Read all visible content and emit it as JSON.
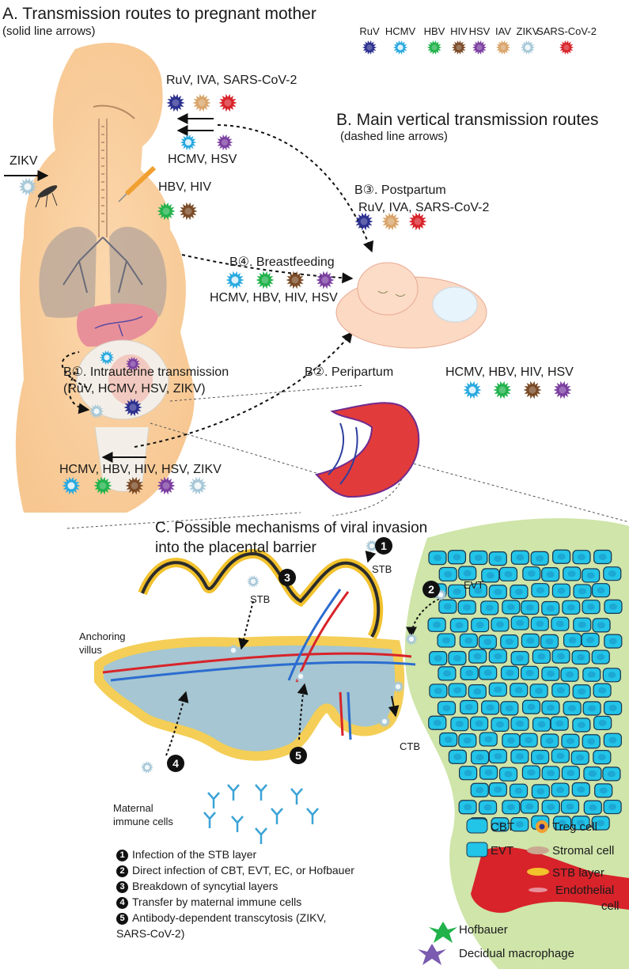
{
  "section_a": {
    "title": "A. Transmission routes to pregnant mother",
    "subtitle": "(solid line arrows)",
    "zikv_label": "ZIKV",
    "resp_label": "RuV, IVA, SARS-CoV-2",
    "mucosal_label": "HCMV, HSV",
    "blood_label": "HBV, HIV",
    "sexual_label": "HCMV, HBV, HIV, HSV, ZIKV",
    "b1_label": "B①. Intrauterine transmission",
    "b1_viruses": "(RuV, HCMV, HSV, ZIKV)"
  },
  "virus_legend": [
    {
      "name": "RuV",
      "color": "#2b2f8f"
    },
    {
      "name": "HCMV",
      "color": "#29a9e0"
    },
    {
      "name": "HBV",
      "color": "#22b24c"
    },
    {
      "name": "HIV",
      "color": "#7a4a26"
    },
    {
      "name": "HSV",
      "color": "#7b3fa0"
    },
    {
      "name": "IAV",
      "color": "#d9a46a"
    },
    {
      "name": "ZIKV",
      "color": "#a8c8d8"
    },
    {
      "name": "SARS-CoV-2",
      "color": "#d8232a"
    }
  ],
  "section_b": {
    "title": "B. Main vertical transmission routes",
    "subtitle": "(dashed line arrows)",
    "b3_label": "B③. Postpartum",
    "b3_viruses": "RuV, IVA, SARS-CoV-2",
    "b4_label": "B④. Breastfeeding",
    "b4_viruses": "HCMV, HBV, HIV, HSV",
    "b2_label": "B②. Peripartum",
    "b2_viruses": "HCMV, HBV, HIV, HSV"
  },
  "section_c": {
    "title_line1": "C. Possible mechanisms of viral invasion",
    "title_line2": "into the placental barrier",
    "stb_label_1": "STB",
    "stb_label_3": "STB",
    "evt_label": "EVT",
    "ctb_label": "CTB",
    "anchoring_line1": "Anchoring",
    "anchoring_line2": "villus",
    "maternal_line1": "Maternal",
    "maternal_line2": "immune cells",
    "badges": [
      "1",
      "2",
      "3",
      "4",
      "5"
    ]
  },
  "mechanisms": [
    {
      "num": "1",
      "text": "Infection of the STB layer"
    },
    {
      "num": "2",
      "text": "Direct infection of CBT, EVT, EC, or Hofbauer"
    },
    {
      "num": "3",
      "text": "Breakdown of syncytial layers"
    },
    {
      "num": "4",
      "text": "Transfer by maternal immune cells"
    },
    {
      "num": "5",
      "text": "Antibody-dependent transcytosis (ZIKV,"
    }
  ],
  "mechanism_5_cont": "SARS-CoV-2)",
  "cell_legend": {
    "cbt": "CBT",
    "treg": "Treg cell",
    "evt": "EVT",
    "stromal": "Stromal cell",
    "stb": "STB layer",
    "endo_line1": "Endothelial",
    "endo_line2": "cell",
    "hofbauer": "Hofbauer",
    "decidual": "Decidual macrophage"
  }
}
